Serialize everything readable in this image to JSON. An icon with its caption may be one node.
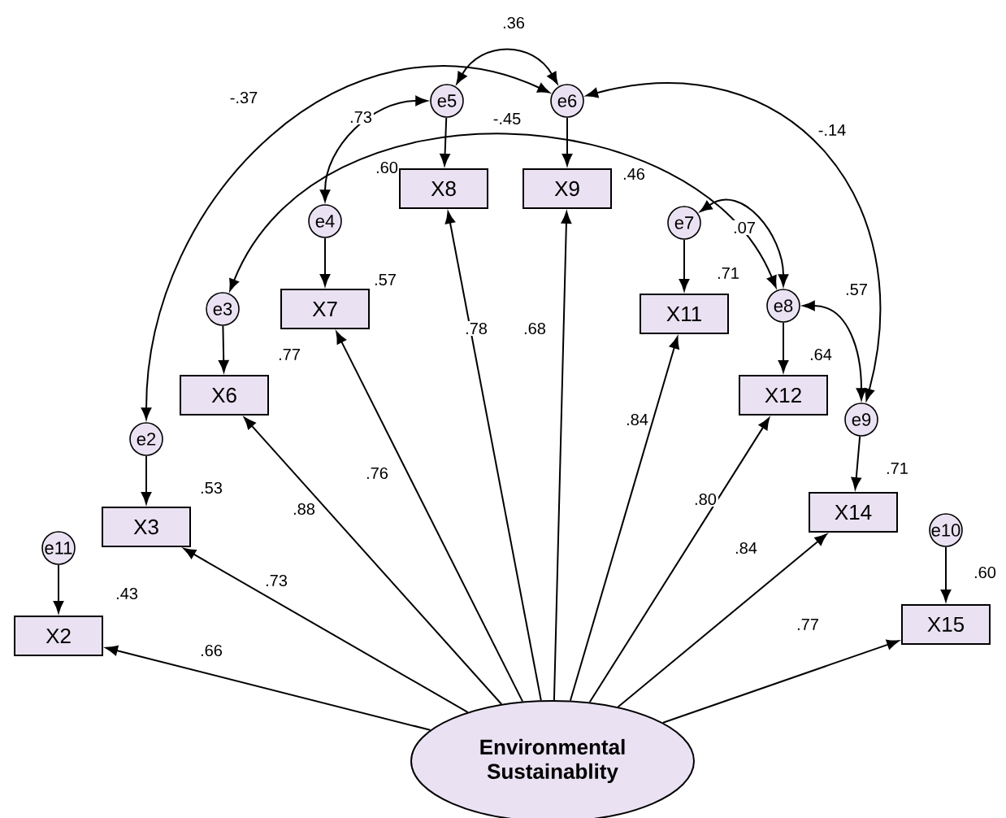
{
  "diagram": {
    "nodes": [
      {
        "text": [
          "Environmental Sustainablity"
        ]
      },
      {
        "text": [
          "X2"
        ],
        "beside": [
          ".43"
        ]
      },
      {
        "text": [
          "X3"
        ],
        "beside": [
          ".53"
        ]
      },
      {
        "text": [
          "X6"
        ],
        "beside": [
          ".77"
        ]
      },
      {
        "text": [
          "X7"
        ],
        "beside": [
          ".57"
        ]
      },
      {
        "text": [
          "X8"
        ],
        "beside": [
          ".60"
        ]
      },
      {
        "text": [
          "X9"
        ],
        "beside": [
          ".46"
        ]
      },
      {
        "text": [
          "X11"
        ],
        "beside": [
          ".71"
        ]
      },
      {
        "text": [
          "X12"
        ],
        "beside": [
          ".64"
        ]
      },
      {
        "text": [
          "X14"
        ],
        "beside": [
          ".71"
        ]
      },
      {
        "text": [
          "X15"
        ],
        "beside": [
          ".60"
        ]
      },
      {
        "text": [
          "e2"
        ]
      },
      {
        "text": [
          "e3"
        ]
      },
      {
        "text": [
          "e4"
        ]
      },
      {
        "text": [
          "e5"
        ]
      },
      {
        "text": [
          "e6"
        ]
      },
      {
        "text": [
          "e7"
        ]
      },
      {
        "text": [
          "e8"
        ]
      },
      {
        "text": [
          "e9"
        ]
      },
      {
        "text": [
          "e10"
        ]
      },
      {
        "text": [
          "e11"
        ]
      }
    ],
    "edges": [
      {
        "from": 0,
        "to": 1,
        "arrow": "to",
        "label": ".66"
      },
      {
        "from": 0,
        "to": 2,
        "arrow": "to",
        "label": ".73"
      },
      {
        "from": 0,
        "to": 3,
        "arrow": "to",
        "label": ".88"
      },
      {
        "from": 0,
        "to": 4,
        "arrow": "to",
        "label": ".76"
      },
      {
        "from": 0,
        "to": 5,
        "arrow": "to",
        "label": ".78"
      },
      {
        "from": 0,
        "to": 6,
        "arrow": "to",
        "label": ".68"
      },
      {
        "from": 0,
        "to": 7,
        "arrow": "to",
        "label": ".84"
      },
      {
        "from": 0,
        "to": 8,
        "arrow": "to",
        "label": ".80"
      },
      {
        "from": 0,
        "to": 9,
        "arrow": "to",
        "label": ".84"
      },
      {
        "from": 0,
        "to": 10,
        "arrow": "to",
        "label": ".77"
      },
      {
        "from": 20,
        "to": 1,
        "arrow": "to"
      },
      {
        "from": 11,
        "to": 2,
        "arrow": "to"
      },
      {
        "from": 12,
        "to": 3,
        "arrow": "to"
      },
      {
        "from": 13,
        "to": 4,
        "arrow": "to"
      },
      {
        "from": 14,
        "to": 5,
        "arrow": "to"
      },
      {
        "from": 15,
        "to": 6,
        "arrow": "to"
      },
      {
        "from": 16,
        "to": 7,
        "arrow": "to"
      },
      {
        "from": 17,
        "to": 8,
        "arrow": "to"
      },
      {
        "from": 18,
        "to": 9,
        "arrow": "to"
      },
      {
        "from": 19,
        "to": 10,
        "arrow": "to"
      },
      {
        "from": 14,
        "to": 15,
        "arrow": "both",
        "label": ".36"
      },
      {
        "from": 11,
        "to": 15,
        "arrow": "both",
        "label": "-.37"
      },
      {
        "from": 13,
        "to": 14,
        "arrow": "both",
        "label": ".73"
      },
      {
        "from": 12,
        "to": 17,
        "arrow": "both",
        "label": "-.45"
      },
      {
        "from": 16,
        "to": 17,
        "arrow": "both",
        "label": ".07"
      },
      {
        "from": 17,
        "to": 18,
        "arrow": "both",
        "label": ".57"
      },
      {
        "from": 15,
        "to": 18,
        "arrow": "both",
        "label": "-.14"
      }
    ]
  }
}
